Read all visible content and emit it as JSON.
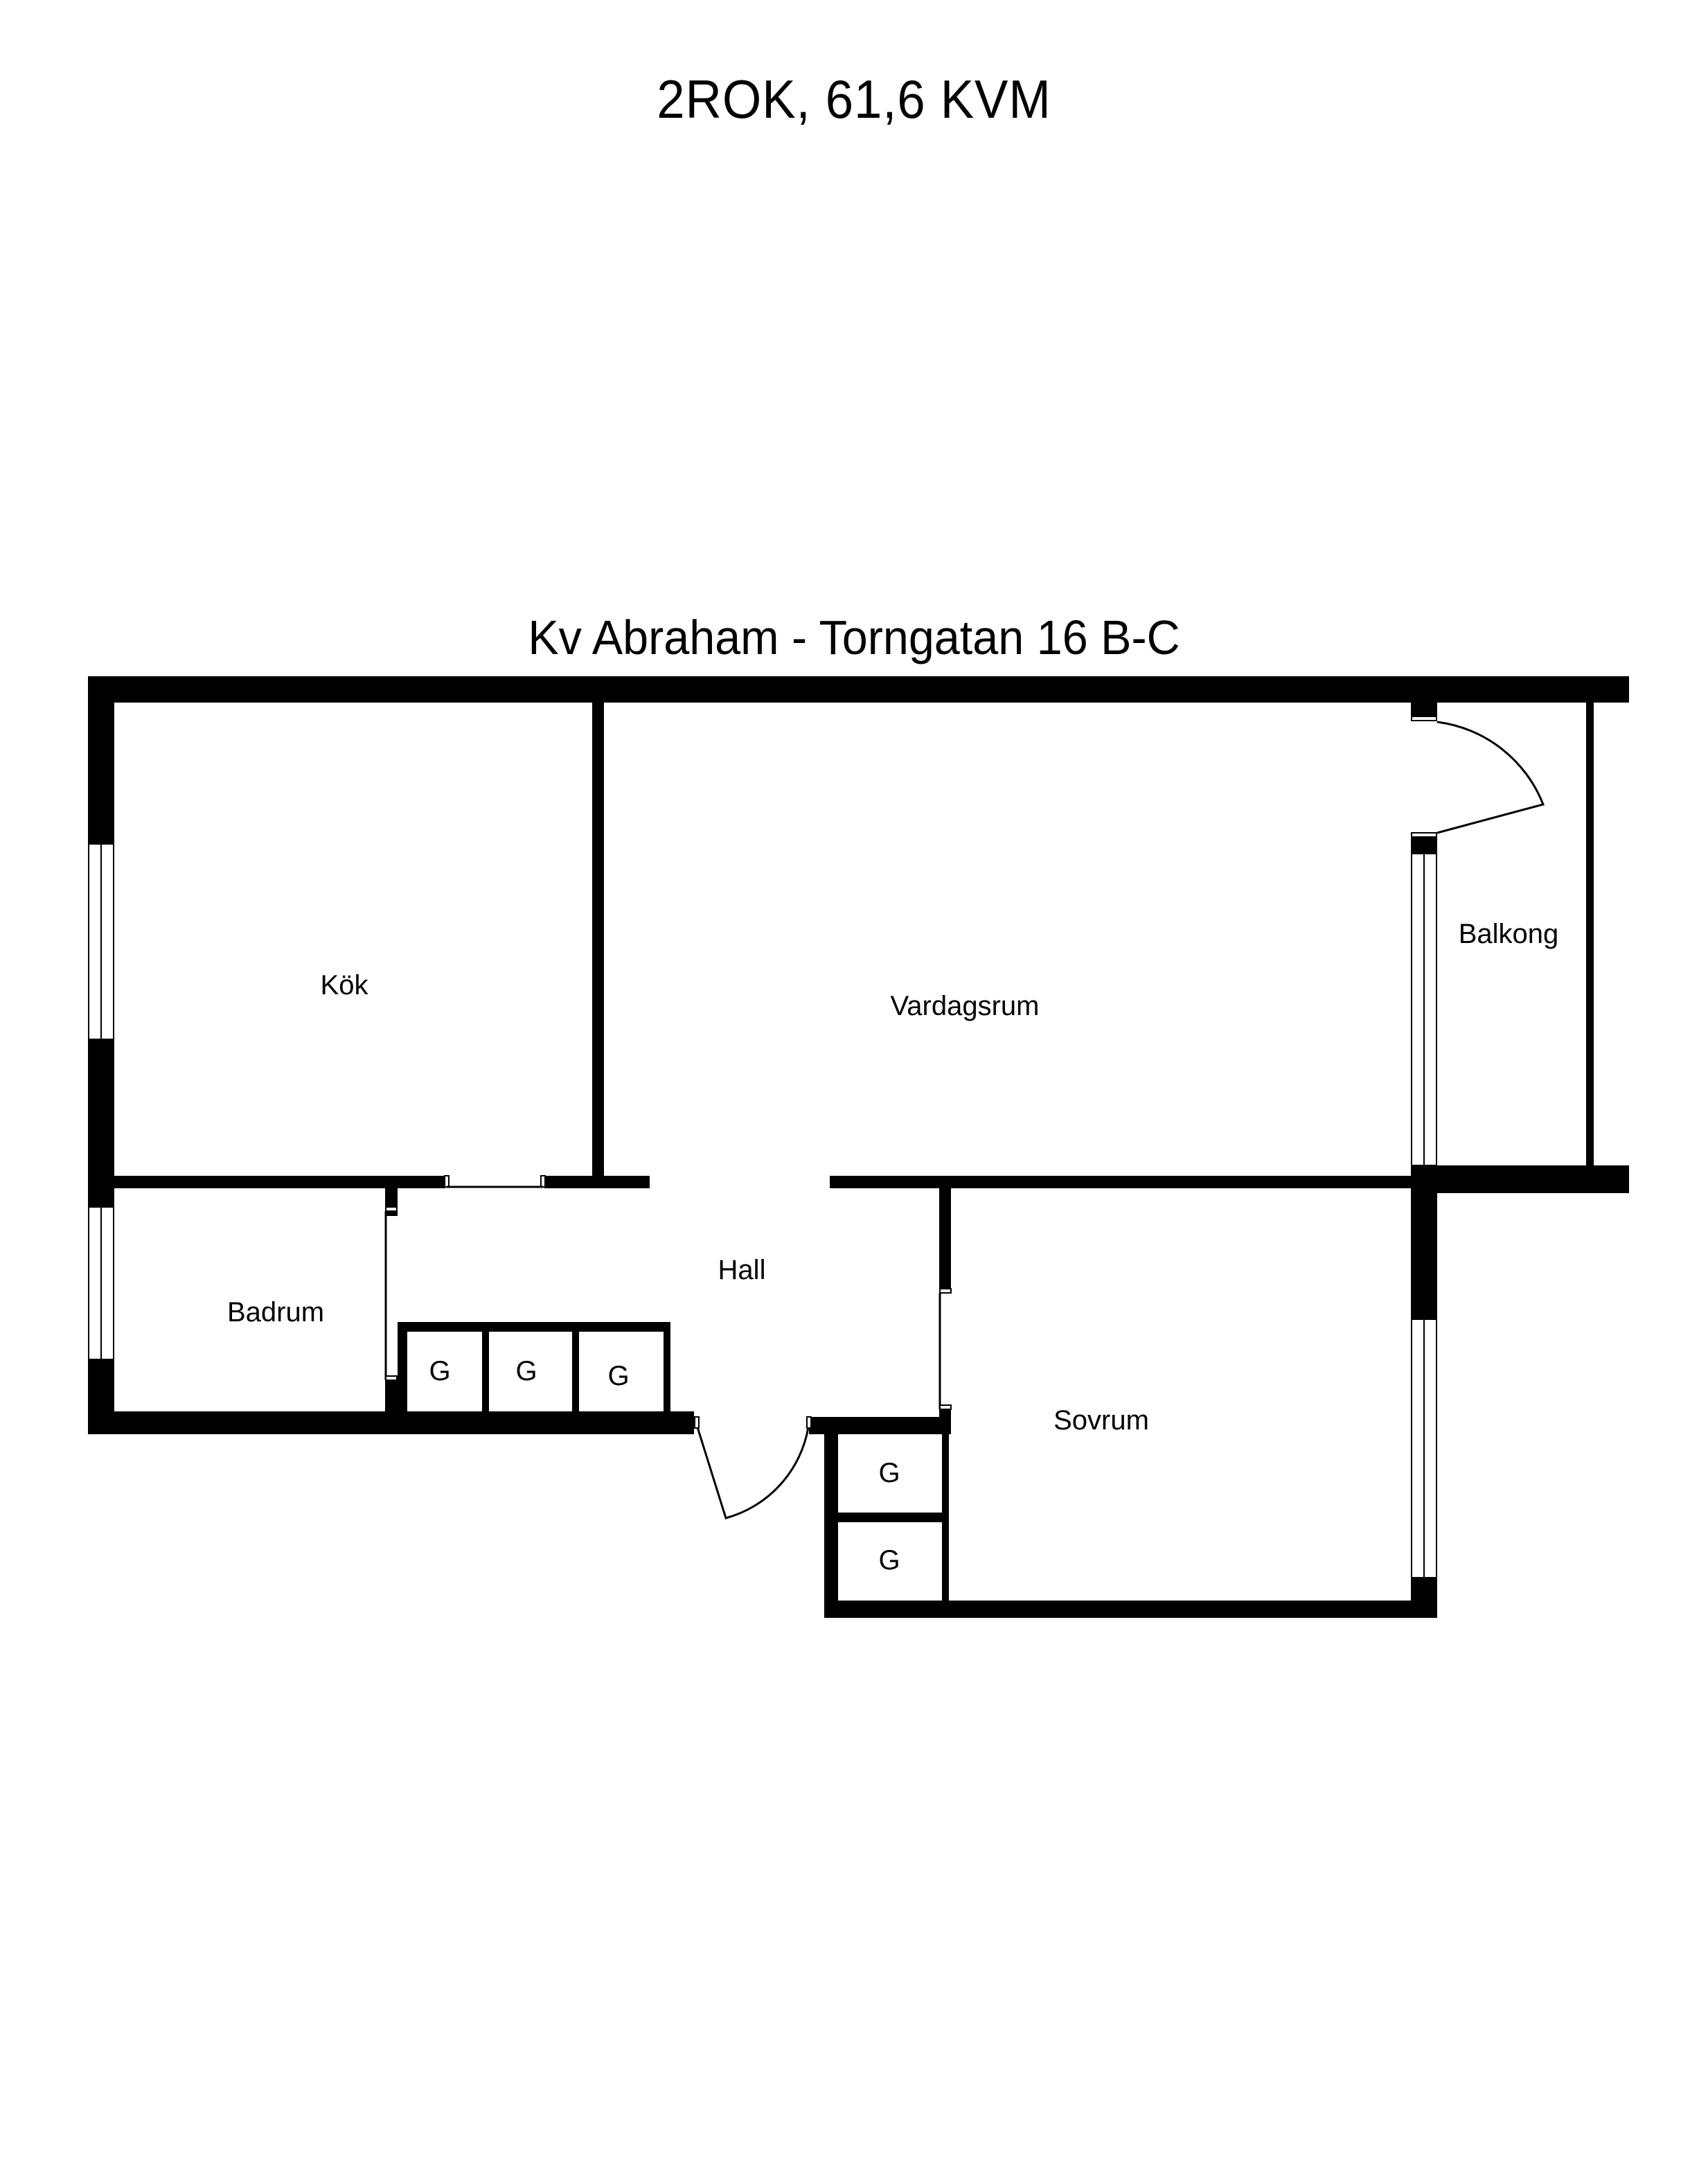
{
  "header": {
    "title": "2ROK, 61,6 KVM",
    "address": "Kv Abraham - Torngatan 16 B-C"
  },
  "rooms": {
    "kok": "Kök",
    "vardagsrum": "Vardagsrum",
    "balkong": "Balkong",
    "badrum": "Badrum",
    "hall": "Hall",
    "sovrum": "Sovrum"
  },
  "storage": {
    "label": "G",
    "hall_closets": [
      "G",
      "G",
      "G"
    ],
    "sovrum_closets": [
      "G",
      "G"
    ]
  },
  "colors": {
    "wall": "#000000",
    "background": "#ffffff"
  }
}
